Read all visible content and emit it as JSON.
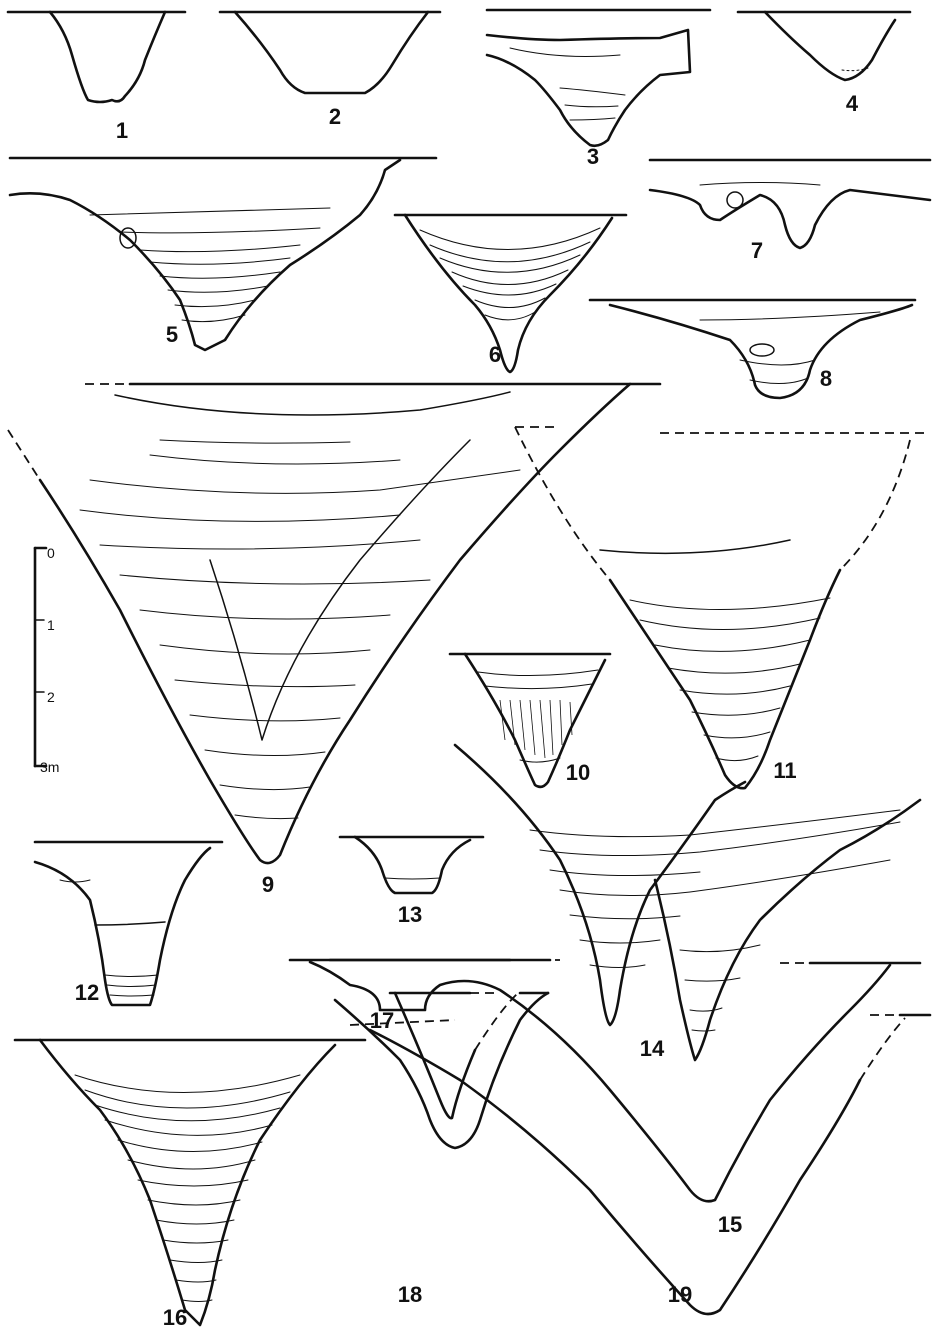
{
  "profiles": [
    {
      "label": "1"
    },
    {
      "label": "2"
    },
    {
      "label": "3"
    },
    {
      "label": "4"
    },
    {
      "label": "5"
    },
    {
      "label": "6"
    },
    {
      "label": "7"
    },
    {
      "label": "8"
    },
    {
      "label": "9"
    },
    {
      "label": "10"
    },
    {
      "label": "11"
    },
    {
      "label": "12"
    },
    {
      "label": "13"
    },
    {
      "label": "14"
    },
    {
      "label": "15"
    },
    {
      "label": "16"
    },
    {
      "label": "17"
    },
    {
      "label": "18"
    },
    {
      "label": "19"
    }
  ],
  "scale": {
    "ticks": [
      "0",
      "1",
      "2",
      "3m"
    ]
  }
}
